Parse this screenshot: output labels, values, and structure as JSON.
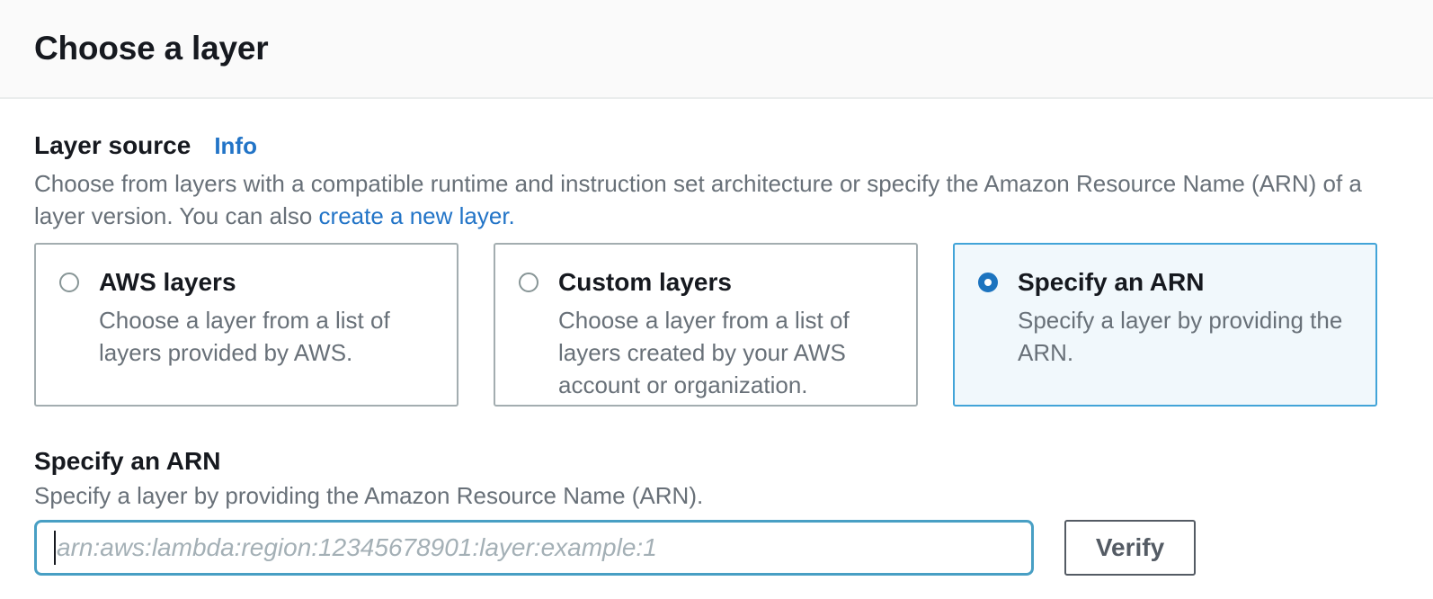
{
  "panel": {
    "title": "Choose a layer"
  },
  "layer_source": {
    "label": "Layer source",
    "info_link": "Info",
    "description_text": "Choose from layers with a compatible runtime and instruction set architecture or specify the Amazon Resource Name (ARN) of a layer version. You can also ",
    "create_link": "create a new layer.",
    "options": [
      {
        "label": "AWS layers",
        "description": "Choose a layer from a list of layers provided by AWS.",
        "selected": false
      },
      {
        "label": "Custom layers",
        "description": "Choose a layer from a list of layers created by your AWS account or organization.",
        "selected": false
      },
      {
        "label": "Specify an ARN",
        "description": "Specify a layer by providing the ARN.",
        "selected": true
      }
    ]
  },
  "arn_section": {
    "title": "Specify an ARN",
    "description": "Specify a layer by providing the Amazon Resource Name (ARN).",
    "input_value": "",
    "input_placeholder": "arn:aws:lambda:region:12345678901:layer:example:1",
    "verify_button": "Verify"
  },
  "colors": {
    "accent_link": "#2274c7",
    "radio_selected": "#1d74bf",
    "selected_card_border": "#42a4d8",
    "selected_card_bg": "#f1f8fc",
    "input_focus_border": "#489fc4",
    "header_bg": "#fafafa",
    "divider": "#eaeded",
    "text_primary": "#16191f",
    "text_secondary": "#687078",
    "button_border": "#545b64"
  }
}
